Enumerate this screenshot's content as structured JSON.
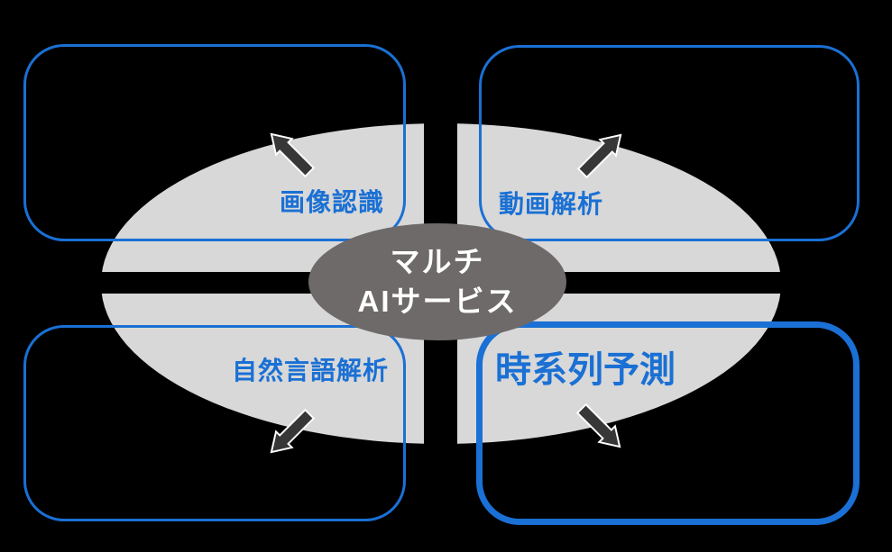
{
  "diagram": {
    "type": "quadrant-diagram",
    "colors": {
      "background": "#000000",
      "accent_blue": "#1a70d4",
      "ellipse_light_gray": "#d8d8d8",
      "center_dark_gray": "#6e6a6a",
      "arrow_dark": "#373737",
      "center_text": "#ffffff"
    },
    "center": {
      "line1": "マルチ",
      "line2": "AIサービス"
    },
    "quadrants": [
      {
        "position": "top-left",
        "label": "画像認識",
        "arrow_direction": "up-left",
        "emphasized": false
      },
      {
        "position": "top-right",
        "label": "動画解析",
        "arrow_direction": "up-right",
        "emphasized": false
      },
      {
        "position": "bottom-left",
        "label": "自然言語解析",
        "arrow_direction": "down-left",
        "emphasized": false
      },
      {
        "position": "bottom-right",
        "label": "時系列予測",
        "arrow_direction": "down-right",
        "emphasized": true
      }
    ]
  }
}
